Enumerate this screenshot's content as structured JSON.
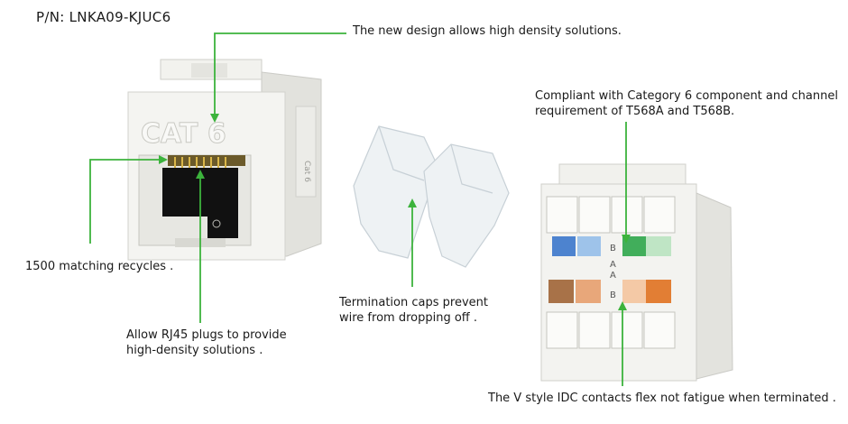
{
  "part_number": "P/N: LNKA09-KJUC6",
  "jack_label": "CAT 6",
  "side_label": "Cat 6",
  "callouts": {
    "high_density": "The new design allows high density solutions.",
    "compliant": "Compliant with Category 6 component and channel\nrequirement of T568A and T568B.",
    "recycles": "1500 matching recycles .",
    "rj45": "Allow RJ45 plugs to provide\nhigh-density solutions .",
    "caps": "Termination caps prevent\nwire from dropping off .",
    "idc": "The V style IDC contacts flex not fatigue when terminated ."
  },
  "colors": {
    "leader": "#3cb33c",
    "jack_body": "#eeeeea",
    "blue": "#2f6fc9",
    "green": "#2ea64a",
    "orange": "#e0711f",
    "brown": "#9a5a2a"
  }
}
